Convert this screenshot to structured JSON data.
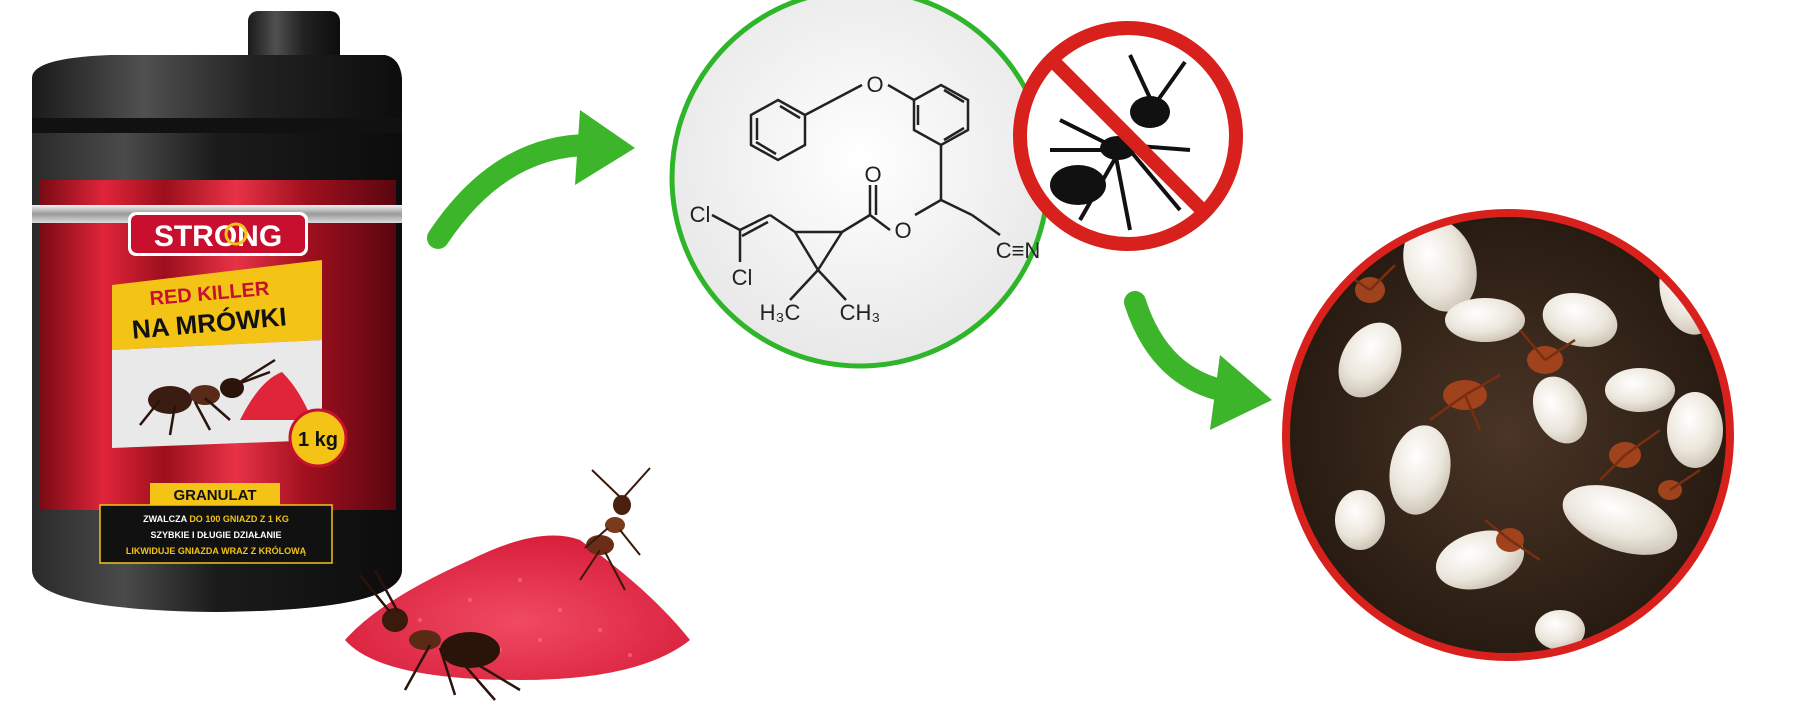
{
  "product": {
    "brand": "STRONG",
    "name_line1": "RED KILLER",
    "name_line2": "NA MRÓWKI",
    "weight": "1 kg",
    "form": "GRANULAT",
    "bullet1_pre": "ZWALCZA",
    "bullet1_highlight": "DO 100 GNIAZD Z 1 KG",
    "bullet2": "SZYBKIE I DŁUGIE DZIAŁANIE",
    "bullet3": "LIKWIDUJE GNIAZDA WRAZ Z KRÓLOWĄ"
  },
  "molecule": {
    "atom_o_ether": "O",
    "atom_o_carbonyl": "O",
    "atom_o_ester": "O",
    "atom_cl_1": "Cl",
    "atom_cl_2": "Cl",
    "nitrile": "C≡N",
    "methyl_left": "H₃C",
    "methyl_right": "CH₃"
  },
  "colors": {
    "arrow_green": "#3cb52a",
    "ring_green": "#2fb52a",
    "prohibition_red": "#d8201c",
    "can_red": "#c8102e",
    "granule_red": "#e8364f",
    "label_yellow": "#f3c316"
  },
  "icons": {
    "arrow1": "green-curved-arrow-icon",
    "arrow2": "green-curved-arrow-icon",
    "no_ant": "no-ant-prohibition-icon"
  }
}
